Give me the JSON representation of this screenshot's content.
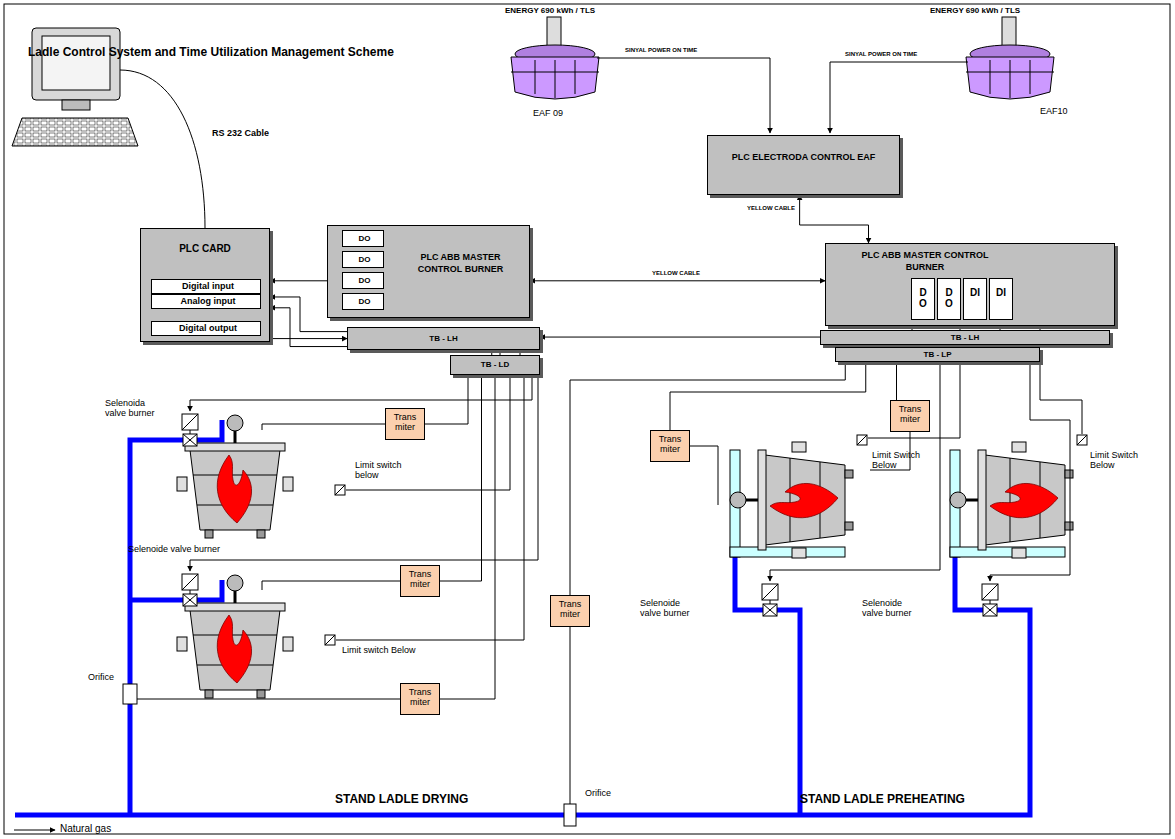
{
  "diagram": {
    "title": "Ladle Control System and Time Utilization Management Scheme",
    "nodes": [
      {
        "text": [
          "PLC CARD"
        ]
      },
      {
        "text": [
          "Digital input"
        ],
        "in": 0
      },
      {
        "text": [
          "Analog input"
        ],
        "in": 0
      },
      {
        "text": [
          "Digital output"
        ],
        "in": 0
      },
      {
        "text": [
          "PLC ABB MASTER CONTROL BURNER"
        ]
      },
      {
        "text": [
          "DO"
        ],
        "in": 4
      },
      {
        "text": [
          "DO"
        ],
        "in": 4
      },
      {
        "text": [
          "DO"
        ],
        "in": 4
      },
      {
        "text": [
          "DO"
        ],
        "in": 4
      },
      {
        "text": [
          "PLC ELECTRODA CONTROL EAF"
        ]
      },
      {
        "text": [
          "PLC ABB MASTER CONTROL BURNER"
        ]
      },
      {
        "text": [
          "DO"
        ],
        "in": 10
      },
      {
        "text": [
          "DO"
        ],
        "in": 10
      },
      {
        "text": [
          "DI"
        ],
        "in": 10
      },
      {
        "text": [
          "DI"
        ],
        "in": 10
      },
      {
        "text": [
          "TB - LH"
        ]
      },
      {
        "text": [
          "TB - LD"
        ]
      },
      {
        "text": [
          "TB - LH"
        ]
      },
      {
        "text": [
          "TB - LP"
        ]
      },
      {
        "text": [
          "Trans miter"
        ]
      },
      {
        "text": [
          "Trans miter"
        ]
      },
      {
        "text": [
          "Trans miter"
        ]
      },
      {
        "text": [
          "Trans miter"
        ]
      },
      {
        "text": [
          "Trans miter"
        ]
      },
      {
        "text": [
          "Trans miter"
        ]
      }
    ],
    "edges": [
      {
        "from": 9,
        "to": 10,
        "arrow": "both",
        "label": "YELLOW CABLE"
      },
      {
        "from": 4,
        "to": 10,
        "arrow": "both",
        "label": "YELLOW CABLE"
      },
      {
        "from": 4,
        "to": 0,
        "arrow": "to"
      },
      {
        "from": 15,
        "to": 0,
        "arrow": "to"
      },
      {
        "from": 15,
        "to": 0,
        "arrow": "to"
      },
      {
        "from": 0,
        "to": 15,
        "arrow": "to"
      },
      {
        "from": 17,
        "to": 15,
        "arrow": "to"
      },
      {
        "from": 10,
        "to": 17,
        "arrow": "none"
      },
      {
        "from": 15,
        "to": 16,
        "arrow": "none"
      },
      {
        "from": 17,
        "to": 18,
        "arrow": "none"
      },
      {
        "from": 16,
        "to": 19,
        "arrow": "none"
      },
      {
        "from": 16,
        "to": 20,
        "arrow": "none"
      },
      {
        "from": 16,
        "to": 21,
        "arrow": "none"
      },
      {
        "from": 18,
        "to": 22,
        "arrow": "none"
      },
      {
        "from": 18,
        "to": 23,
        "arrow": "none"
      },
      {
        "from": 18,
        "to": 24,
        "arrow": "none"
      }
    ],
    "labels": [
      "ENERGY 690 kWh / TLS",
      "ENERGY 690 kWh / TLS",
      "SINYAL POWER ON TIME",
      "SINYAL POWER ON TIME",
      "EAF 09",
      "EAF10",
      "RS 232 Cable",
      "Selenoida valve burner",
      "Limit switch below",
      "Selenoide valve burner",
      "Limit switch Below",
      "Orifice",
      "Limit Switch Below",
      "Limit Switch Below",
      "Selenoide valve burner",
      "Selenoide valve burner",
      "Orifice",
      "STAND LADLE DRYING",
      "STAND LADLE PREHEATING",
      "Natural gas"
    ]
  }
}
